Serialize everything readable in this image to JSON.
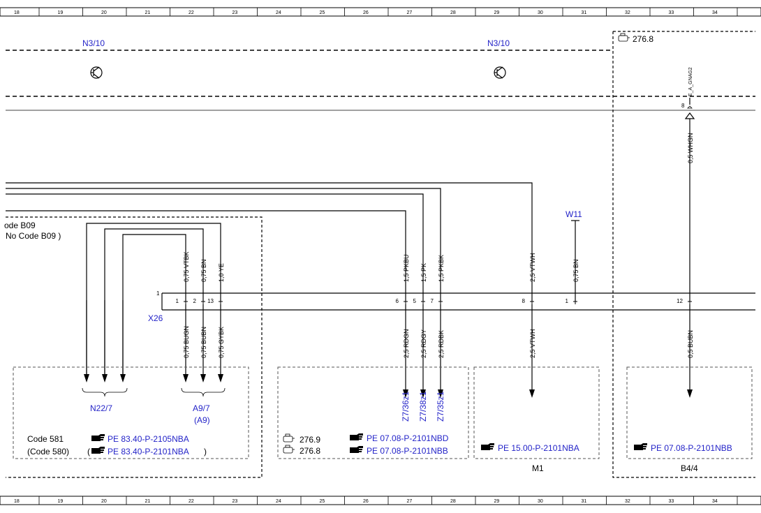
{
  "ruler": {
    "cells": [
      "18",
      "19",
      "20",
      "21",
      "22",
      "23",
      "24",
      "25",
      "26",
      "27",
      "28",
      "29",
      "30",
      "31",
      "32",
      "33",
      "34"
    ]
  },
  "top": {
    "n310_left": "N3/10",
    "n310_right": "N3/10",
    "engine_top_right": "276.8",
    "egnag2": "E_A_GNAG2",
    "egnag2_pin": "8",
    "wire_whgn": "0,5 WHGN"
  },
  "code_box": {
    "line1": "ode B09",
    "line2": "No  Code B09  )"
  },
  "connector": {
    "name": "X26",
    "pin_one": "1",
    "pins": [
      "1",
      "2",
      "13",
      "6",
      "5",
      "7",
      "8",
      "1",
      "12"
    ]
  },
  "upper_wires": [
    "0,75 VTBK",
    "0,75 BN",
    "1,0 YE",
    "1,5 PKBU",
    "1,5 PK",
    "1,5 PKBK",
    "2,5 VTWH",
    "0,75 BN"
  ],
  "lower_wires": [
    "0,75 BUGN",
    "0,75 BUBN",
    "0,75 GYBK",
    "2,5 RDGN",
    "2,5 RDGY",
    "2,5 RDBK",
    "2,5 VTWH",
    "0,5 BUBN"
  ],
  "w11": "W11",
  "box_a": {
    "n22": "N22/7",
    "a97": "A9/7",
    "a9": "(A9)",
    "code581": "Code 581",
    "code580": "(Code 580)",
    "ref1": "PE 83.40-P-2105NBA",
    "ref2": "PE 83.40-P-2101NBA",
    "open_paren": "(",
    "close_paren": ")"
  },
  "box_b": {
    "z1": "Z7/36z1",
    "z2": "Z7/38z1",
    "z3": "Z7/35z1",
    "eng1": "276.9",
    "eng2": "276.8",
    "ref1": "PE 07.08-P-2101NBD",
    "ref2": "PE 07.08-P-2101NBB"
  },
  "box_c": {
    "ref": "PE 15.00-P-2101NBA",
    "label": "M1"
  },
  "box_d": {
    "ref": "PE 07.08-P-2101NBB",
    "label": "B4/4"
  },
  "colors": {
    "link_blue": "#2323c8",
    "line": "#000000"
  }
}
